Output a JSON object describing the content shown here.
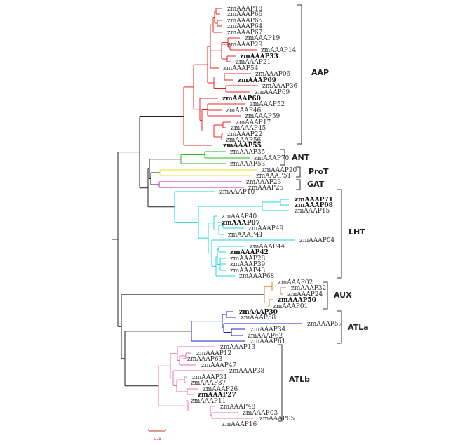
{
  "colors": {
    "AAP": "#e8262a",
    "ANT": "#22bb22",
    "ProT": "#e8e020",
    "GAT": "#c020c0",
    "LHT": "#20d8d8",
    "AUX": "#e88030",
    "ATLa": "#2020c0",
    "ATLb": "#ee70b0",
    "root": "#222222",
    "scale": "#cc3333"
  },
  "groups": [
    {
      "name": "AAP",
      "label": "AAP"
    },
    {
      "name": "ANT",
      "label": "ANT"
    },
    {
      "name": "ProT",
      "label": "ProT"
    },
    {
      "name": "GAT",
      "label": "GAT"
    },
    {
      "name": "LHT",
      "label": "LHT"
    },
    {
      "name": "AUX",
      "label": "AUX"
    },
    {
      "name": "ATLa",
      "label": "ATLa"
    },
    {
      "name": "ATLb",
      "label": "ATLb"
    }
  ],
  "scale_bar": {
    "label": "0.1"
  },
  "leaves": [
    {
      "label": "zmAAAP18",
      "group": "AAP"
    },
    {
      "label": "zmAAAP66",
      "group": "AAP"
    },
    {
      "label": "zmAAAP65",
      "group": "AAP"
    },
    {
      "label": "zmAAAP64",
      "group": "AAP"
    },
    {
      "label": "zmAAAP67",
      "group": "AAP"
    },
    {
      "label": "zmAAAP19",
      "group": "AAP"
    },
    {
      "label": "zmAAAP29",
      "group": "AAP"
    },
    {
      "label": "zmAAAP14",
      "group": "AAP"
    },
    {
      "label": "zmAAAP33",
      "group": "AAP"
    },
    {
      "label": "zmAAAP21",
      "group": "AAP"
    },
    {
      "label": "zmAAAP54",
      "group": "AAP"
    },
    {
      "label": "zmAAAP06",
      "group": "AAP"
    },
    {
      "label": "zmAAAP09",
      "group": "AAP"
    },
    {
      "label": "zmAAAP36",
      "group": "AAP"
    },
    {
      "label": "zmAAAP69",
      "group": "AAP"
    },
    {
      "label": "zmAAAP60",
      "group": "AAP"
    },
    {
      "label": "zmAAAP52",
      "group": "AAP"
    },
    {
      "label": "zmAAAP46",
      "group": "AAP"
    },
    {
      "label": "zmAAAP59",
      "group": "AAP"
    },
    {
      "label": "zmAAAP17",
      "group": "AAP"
    },
    {
      "label": "zmAAAP45",
      "group": "AAP"
    },
    {
      "label": "zmAAAP22",
      "group": "AAP"
    },
    {
      "label": "zmAAAP56",
      "group": "AAP"
    },
    {
      "label": "zmAAAP55",
      "group": "AAP"
    },
    {
      "label": "zmAAAP35",
      "group": "ANT"
    },
    {
      "label": "zmAAAP70",
      "group": "ANT"
    },
    {
      "label": "zmAAAP53",
      "group": "ANT"
    },
    {
      "label": "zmAAAP20",
      "group": "ProT"
    },
    {
      "label": "zmAAAP51",
      "group": "ProT"
    },
    {
      "label": "zmAAAP23",
      "group": "GAT"
    },
    {
      "label": "zmAAAP25",
      "group": "GAT"
    },
    {
      "label": "zmAAAP10",
      "group": "LHT"
    },
    {
      "label": "zmAAAP71",
      "group": "LHT"
    },
    {
      "label": "zmAAAP08",
      "group": "LHT"
    },
    {
      "label": "zmAAAP15",
      "group": "LHT"
    },
    {
      "label": "zmAAAP40",
      "group": "LHT"
    },
    {
      "label": "zmAAAP07",
      "group": "LHT"
    },
    {
      "label": "zmAAAP49",
      "group": "LHT"
    },
    {
      "label": "zmAAAP41",
      "group": "LHT"
    },
    {
      "label": "zmAAAP04",
      "group": "LHT"
    },
    {
      "label": "zmAAAP44",
      "group": "LHT"
    },
    {
      "label": "zmAAAP42",
      "group": "LHT"
    },
    {
      "label": "zmAAAP28",
      "group": "LHT"
    },
    {
      "label": "zmAAAP39",
      "group": "LHT"
    },
    {
      "label": "zmAAAP43",
      "group": "LHT"
    },
    {
      "label": "zmAAAP68",
      "group": "LHT"
    },
    {
      "label": "zmAAAP02",
      "group": "AUX"
    },
    {
      "label": "zmAAAP32",
      "group": "AUX"
    },
    {
      "label": "zmAAAP24",
      "group": "AUX"
    },
    {
      "label": "zmAAAP50",
      "group": "AUX"
    },
    {
      "label": "zmAAAP01",
      "group": "AUX"
    },
    {
      "label": "zmAAAP30",
      "group": "ATLa"
    },
    {
      "label": "zmAAAP58",
      "group": "ATLa"
    },
    {
      "label": "zmAAAP57",
      "group": "ATLa"
    },
    {
      "label": "zmAAAP34",
      "group": "ATLa"
    },
    {
      "label": "zmAAAP62",
      "group": "ATLa"
    },
    {
      "label": "zmAAAP61",
      "group": "ATLa"
    },
    {
      "label": "zmAAAP13",
      "group": "ATLb"
    },
    {
      "label": "zmAAAP12",
      "group": "ATLb"
    },
    {
      "label": "zmAAAP63",
      "group": "ATLb"
    },
    {
      "label": "zmAAAP47",
      "group": "ATLb"
    },
    {
      "label": "zmAAAP38",
      "group": "ATLb"
    },
    {
      "label": "zmAAAP31",
      "group": "ATLb"
    },
    {
      "label": "zmAAAP37",
      "group": "ATLb"
    },
    {
      "label": "zmAAAP26",
      "group": "ATLb"
    },
    {
      "label": "zmAAAP27",
      "group": "ATLb"
    },
    {
      "label": "zmAAAP11",
      "group": "ATLb"
    },
    {
      "label": "zmAAAP48",
      "group": "ATLb"
    },
    {
      "label": "zmAAAP03",
      "group": "ATLb"
    },
    {
      "label": "zmAAAP05",
      "group": "ATLb"
    },
    {
      "label": "zmAAAP16",
      "group": "ATLb"
    }
  ]
}
